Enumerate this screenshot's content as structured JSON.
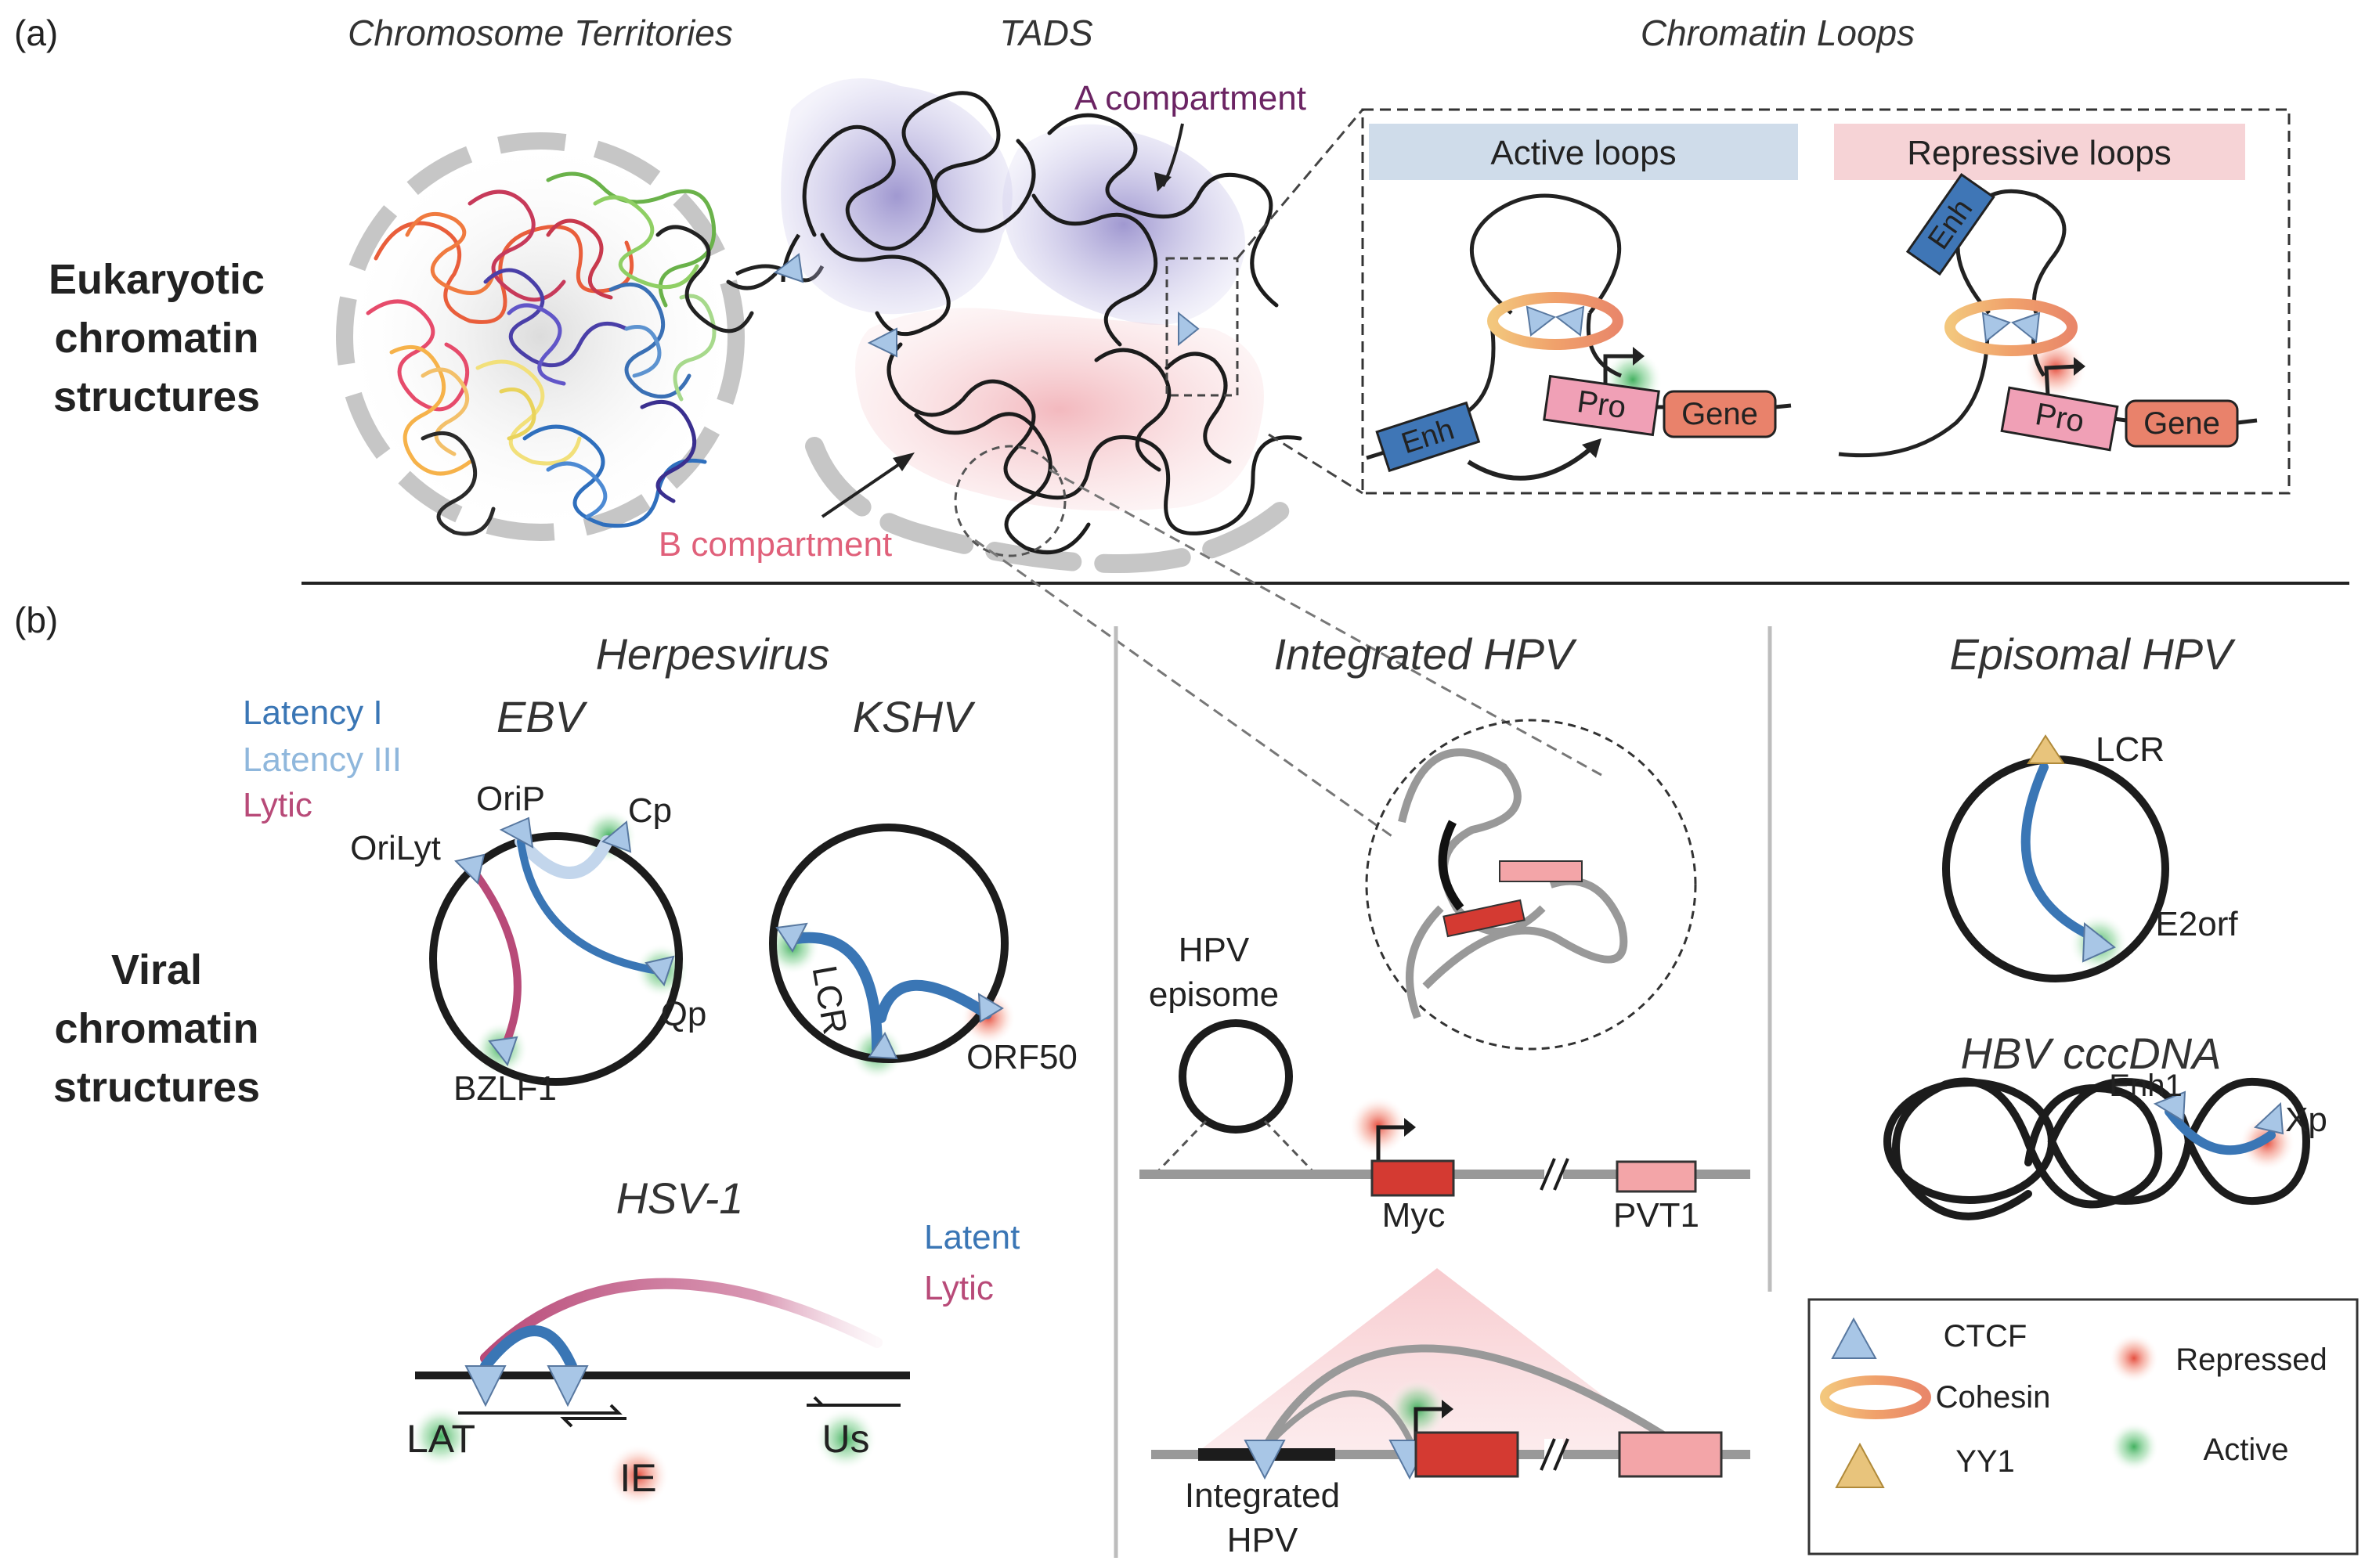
{
  "panel_a": {
    "label": "(a)",
    "row_label": [
      "Eukaryotic",
      "chromatin",
      "structures"
    ],
    "titles": {
      "territories": "Chromosome Territories",
      "tads": "TADS",
      "loops": "Chromatin Loops"
    },
    "a_compartment": "A compartment",
    "b_compartment": "B compartment",
    "active_loops": "Active loops",
    "repressive_loops": "Repressive loops",
    "enh": "Enh",
    "pro": "Pro",
    "gene": "Gene",
    "colors": {
      "active_box": "#cfdcea",
      "repressive_box": "#f6d3d6",
      "a_compartment_text": "#6b2463",
      "b_compartment_text": "#e0607a"
    }
  },
  "panel_b": {
    "label": "(b)",
    "row_label": [
      "Viral",
      "chromatin",
      "structures"
    ],
    "herpesvirus": {
      "title": "Herpesvirus",
      "legend": [
        "Latency I",
        "Latency III",
        "Lytic"
      ],
      "ebv": {
        "title": "EBV",
        "labels": [
          "OriP",
          "Cp",
          "OriLyt",
          "Qp",
          "BZLF1"
        ]
      },
      "kshv": {
        "title": "KSHV",
        "labels": [
          "LCR",
          "ORF50"
        ]
      },
      "hsv1": {
        "title": "HSV-1",
        "legend": [
          "Latent",
          "Lytic"
        ],
        "labels": [
          "LAT",
          "IE",
          "Us"
        ]
      }
    },
    "integrated_hpv": {
      "title": "Integrated HPV",
      "episome": [
        "HPV",
        "episome"
      ],
      "myc": "Myc",
      "pvt1": "PVT1",
      "integrated": [
        "Integrated",
        "HPV"
      ]
    },
    "episomal_hpv": {
      "title": "Episomal HPV",
      "lcr": "LCR",
      "e2orf": "E2orf"
    },
    "hbv": {
      "title": "HBV cccDNA",
      "enh1": "Enh1",
      "xp": "Xp"
    },
    "legend": {
      "ctcf": "CTCF",
      "cohesin": "Cohesin",
      "yy1": "YY1",
      "repressed": "Repressed",
      "active": "Active"
    },
    "colors": {
      "latency1": "#3a76b5",
      "latency3": "#8fb7dc",
      "lytic": "#b84a78",
      "ctcf": "#a8c6e6",
      "yy1": "#e8c47c",
      "repressed": "#e5553a",
      "active": "#3caa55",
      "myc": "#d43a32",
      "pvt1": "#f3a5a8"
    }
  }
}
